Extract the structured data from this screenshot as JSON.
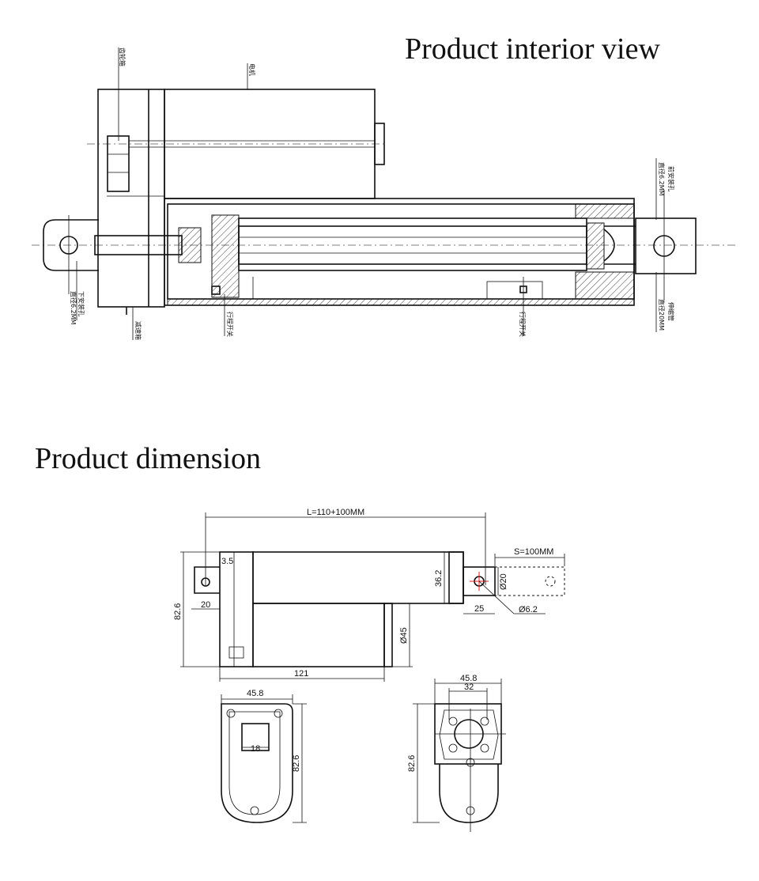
{
  "titles": {
    "interior": "Product interior view",
    "dimension": "Product dimension"
  },
  "interior_labels": {
    "gear": "齿轮箱",
    "motor": "电机",
    "front_mount": "前安装孔",
    "front_mount_dim": "直径6.2MM",
    "rear_mount": "下安装孔",
    "rear_mount_dim": "直径6.2MM",
    "reducer": "减速箱",
    "limit_switch_1": "行程开关",
    "limit_switch_2": "行程开关",
    "inner_tube": "伸缩管",
    "inner_tube_dim": "直径20MM"
  },
  "dimensions": {
    "length": "L=110+100MM",
    "stroke": "S=100MM",
    "d36_2": "36.2",
    "d20_dia": "Ø20",
    "d25": "25",
    "d6_2": "Ø6.2",
    "d3_5": "3.5",
    "d20": "20",
    "d82_6_left": "82.6",
    "d45_dia": "Ø45",
    "d121": "121",
    "d45_8_a": "45.8",
    "d82_6_mid": "82.6",
    "d18": "18",
    "d45_8_b": "45.8",
    "d32": "32",
    "d82_6_right": "82.6"
  }
}
